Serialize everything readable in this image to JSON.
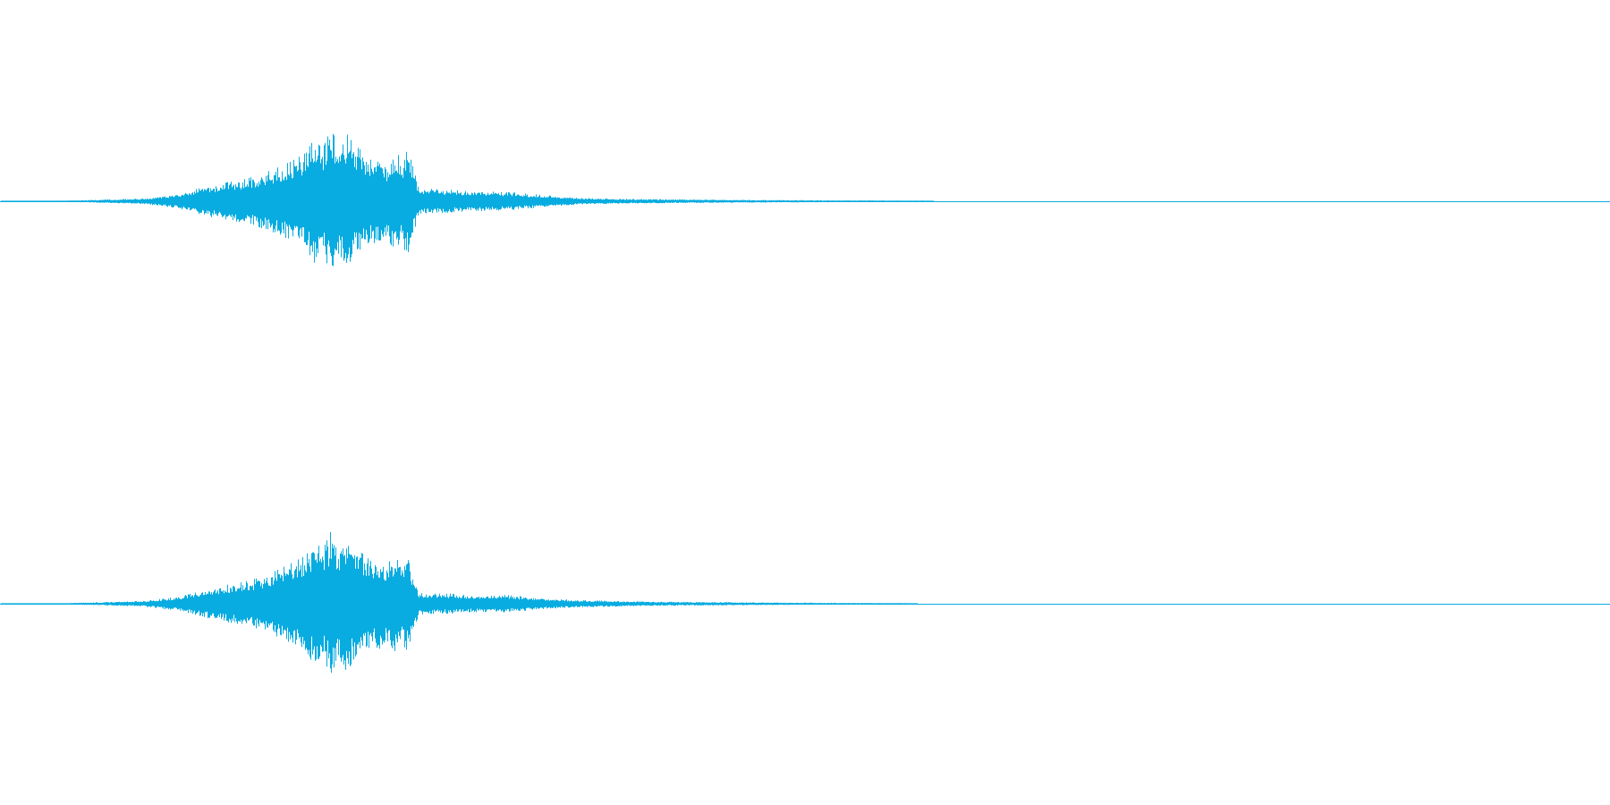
{
  "colors": {
    "background": "#ffffff",
    "waveform": "#08ace0"
  },
  "chart_data": {
    "type": "area",
    "title": "",
    "xlabel": "",
    "ylabel": "",
    "grid": false,
    "legend": "none",
    "x_range": [
      0,
      1
    ],
    "y_range": [
      -1,
      1
    ],
    "channels": [
      {
        "envelope": {
          "x": [
            0.0,
            0.03,
            0.06,
            0.09,
            0.11,
            0.12,
            0.13,
            0.14,
            0.15,
            0.16,
            0.17,
            0.18,
            0.19,
            0.195,
            0.2,
            0.205,
            0.21,
            0.215,
            0.22,
            0.225,
            0.23,
            0.235,
            0.24,
            0.245,
            0.25,
            0.252,
            0.26,
            0.27,
            0.28,
            0.29,
            0.3,
            0.31,
            0.32,
            0.33,
            0.34,
            0.35,
            0.36,
            0.38,
            0.4,
            0.43,
            0.46,
            0.5,
            0.53,
            0.56,
            0.575,
            0.58,
            1.0
          ],
          "amplitude": [
            0.0,
            0.005,
            0.02,
            0.04,
            0.1,
            0.16,
            0.22,
            0.26,
            0.3,
            0.36,
            0.45,
            0.55,
            0.68,
            0.88,
            0.72,
            1.0,
            0.82,
            0.95,
            0.78,
            0.7,
            0.58,
            0.65,
            0.5,
            0.72,
            0.55,
            0.82,
            0.18,
            0.17,
            0.16,
            0.14,
            0.14,
            0.13,
            0.12,
            0.1,
            0.08,
            0.06,
            0.045,
            0.035,
            0.03,
            0.025,
            0.02,
            0.015,
            0.012,
            0.01,
            0.008,
            0.0,
            0.0
          ]
        }
      },
      {
        "envelope": {
          "x": [
            0.0,
            0.03,
            0.06,
            0.09,
            0.11,
            0.12,
            0.13,
            0.14,
            0.15,
            0.16,
            0.17,
            0.18,
            0.19,
            0.195,
            0.2,
            0.205,
            0.21,
            0.215,
            0.22,
            0.225,
            0.23,
            0.235,
            0.24,
            0.245,
            0.25,
            0.252,
            0.26,
            0.27,
            0.28,
            0.29,
            0.3,
            0.31,
            0.32,
            0.33,
            0.34,
            0.35,
            0.36,
            0.38,
            0.4,
            0.43,
            0.46,
            0.5,
            0.53,
            0.56,
            0.565,
            0.57,
            1.0
          ],
          "amplitude": [
            0.0,
            0.005,
            0.02,
            0.04,
            0.1,
            0.15,
            0.21,
            0.26,
            0.3,
            0.36,
            0.45,
            0.56,
            0.68,
            0.9,
            0.74,
            1.0,
            0.84,
            0.95,
            0.78,
            0.7,
            0.6,
            0.66,
            0.52,
            0.74,
            0.56,
            0.7,
            0.15,
            0.14,
            0.14,
            0.12,
            0.12,
            0.13,
            0.11,
            0.09,
            0.07,
            0.06,
            0.05,
            0.04,
            0.03,
            0.025,
            0.02,
            0.015,
            0.012,
            0.01,
            0.008,
            0.0,
            0.0
          ]
        }
      }
    ]
  }
}
